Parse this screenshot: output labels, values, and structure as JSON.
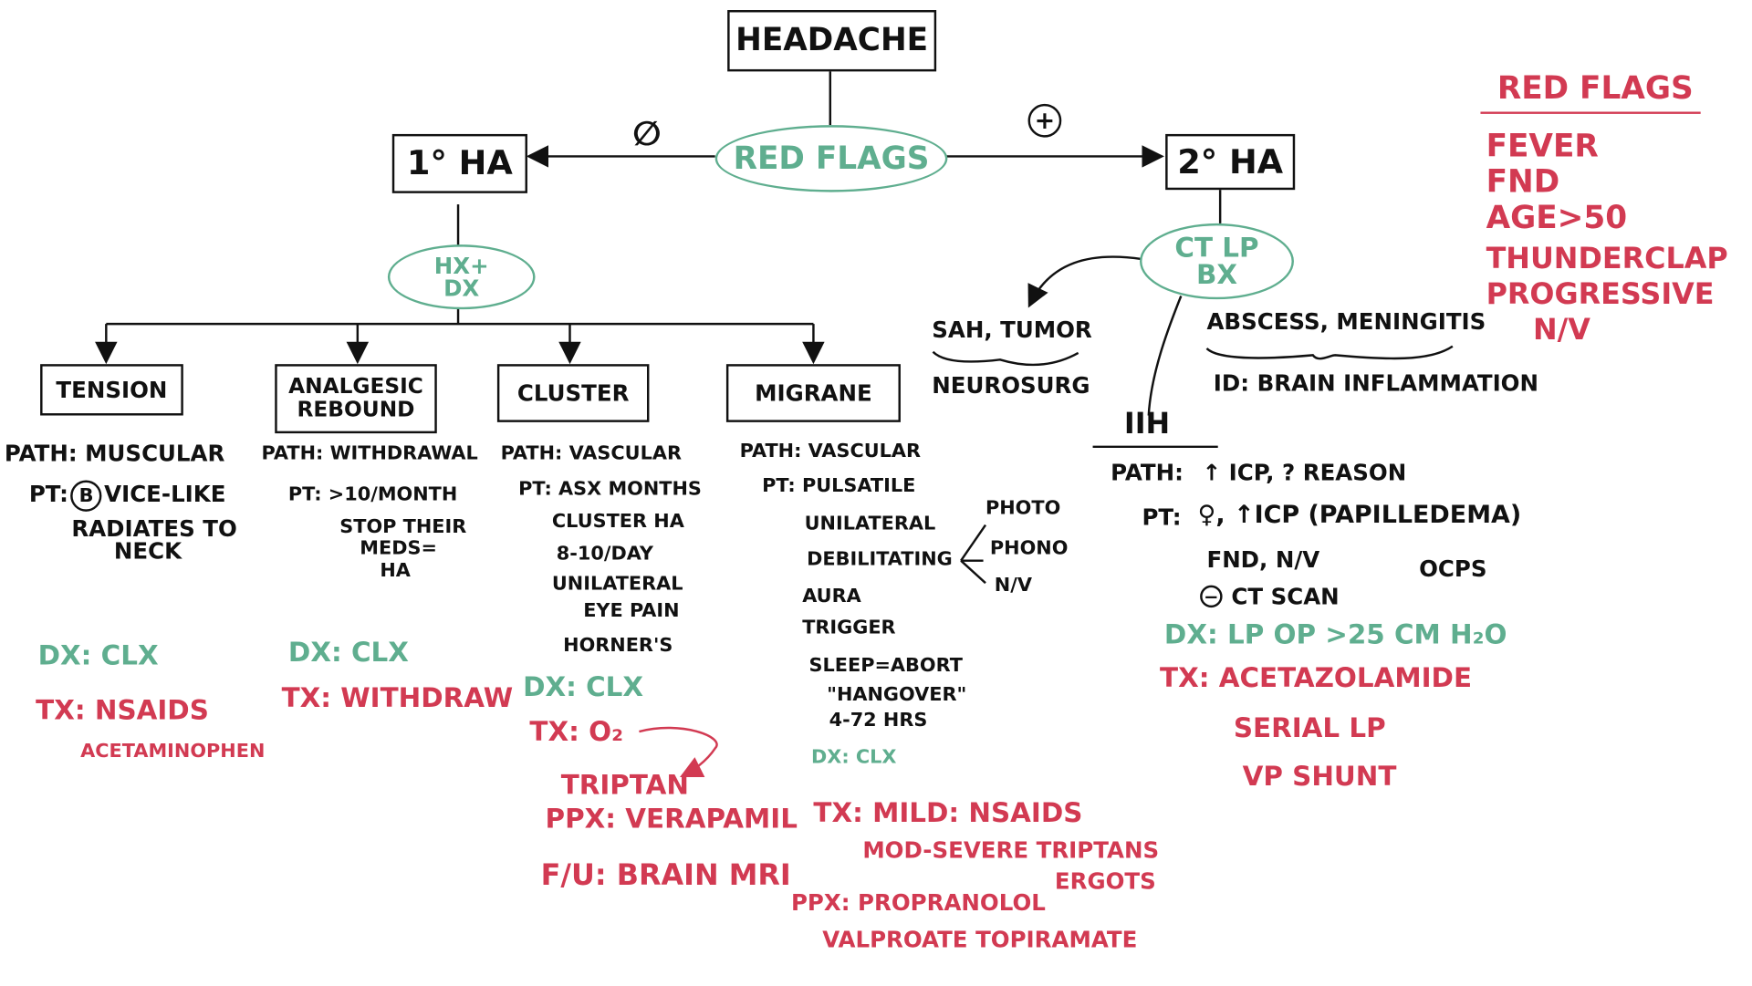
{
  "root": "HEADACHE",
  "red_flags_center": "RED FLAGS",
  "negative_symbol": "∅",
  "positive_symbol": "+",
  "primary": {
    "label": "1° HA",
    "hx_dx": "HX+ DX"
  },
  "secondary": {
    "label": "2° HA",
    "ct_lp": "CT LP BX"
  },
  "tension": {
    "title": "TENSION",
    "path": "PATH: MUSCULAR",
    "pt1_prefix": "PT:",
    "pt1_b": "B",
    "pt1_rest": "VICE-LIKE",
    "pt2": "RADIATES TO",
    "pt3": "NECK",
    "dx": "DX: CLX",
    "tx": "TX: NSAIDS",
    "tx2": "ACETAMINOPHEN"
  },
  "analgesic": {
    "title_line1": "ANALGESIC",
    "title_line2": "REBOUND",
    "path": "PATH: WITHDRAWAL",
    "pt": "PT: >10/MONTH",
    "stop1": "STOP THEIR",
    "stop2": "MEDS=",
    "stop3": "HA",
    "dx": "DX: CLX",
    "tx": "TX: WITHDRAW"
  },
  "cluster": {
    "title": "CLUSTER",
    "path": "PATH: VASCULAR",
    "pt": "PT: ASX MONTHS",
    "l2": "CLUSTER HA",
    "l3": "8-10/DAY",
    "l4": "UNILATERAL",
    "l5": "EYE PAIN",
    "l6": "HORNER'S",
    "dx": "DX: CLX",
    "tx": "TX: O₂",
    "triptan": "TRIPTAN",
    "ppx": "PPX: VERAPAMIL",
    "fu": "F/U: BRAIN MRI"
  },
  "migraine": {
    "title": "MIGRANE",
    "path": "PATH: VASCULAR",
    "pt": "PT: PULSATILE",
    "l2": "UNILATERAL",
    "l3": "DEBILITATING",
    "l4": "AURA",
    "l5": "TRIGGER",
    "photo": "PHOTO",
    "phono": "PHONO",
    "nv": "N/V",
    "sleep": "SLEEP=ABORT",
    "hangover": "\"HANGOVER\"",
    "hrs": "4-72 HRS",
    "dx": "DX: CLX",
    "tx": "TX: MILD: NSAIDS",
    "tx2": "MOD-SEVERE TRIPTANS",
    "tx3": "ERGOTS",
    "ppx": "PPX: PROPRANOLOL",
    "ppx2": "VALPROATE TOPIRAMATE"
  },
  "secondary_branches": {
    "sah": "SAH, TUMOR",
    "neurosurg": "NEUROSURG",
    "abscess": "ABSCESS, MENINGITIS",
    "id": "ID: BRAIN INFLAMMATION"
  },
  "iih": {
    "title": "IIH",
    "path_label": "PATH:",
    "path_value": "↑ ICP, ? REASON",
    "pt_label": "PT:",
    "pt_value": "♀, ↑ICP (PAPILLEDEMA)",
    "l2": "FND, N/V",
    "ocps": "OCPS",
    "ct_minus": "−",
    "ct": "CT SCAN",
    "dx": "DX: LP OP >25 CM H₂O",
    "tx": "TX: ACETAZOLAMIDE",
    "tx2": "SERIAL LP",
    "tx3": "VP SHUNT"
  },
  "red_flags_list": {
    "title": "RED FLAGS",
    "items": [
      "FEVER",
      "FND",
      "AGE>50",
      "THUNDERCLAP",
      "PROGRESSIVE",
      "N/V"
    ]
  },
  "colors": {
    "ink": "#111111",
    "red": "#d23a52",
    "green": "#5fae8f"
  }
}
